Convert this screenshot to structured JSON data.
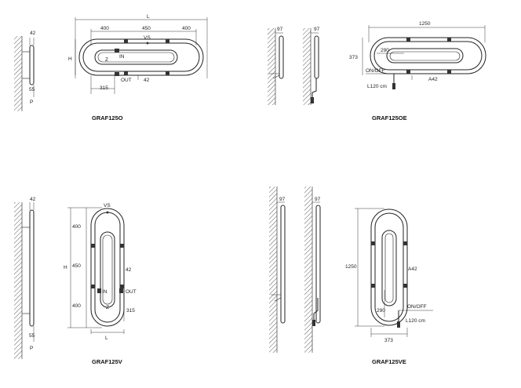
{
  "models": [
    {
      "caption": "GRAF125O",
      "side": {
        "top": "42",
        "bottom": "55",
        "p": "P"
      },
      "dims": {
        "total": "L",
        "left": "400",
        "center": "450",
        "right": "400",
        "height": "H",
        "lower": "315",
        "pipe": "42"
      },
      "labels": {
        "vs": "VS",
        "in": "IN",
        "z": "Z",
        "out": "OUT"
      }
    },
    {
      "caption": "GRAF125OE",
      "side": {
        "a": "97",
        "b": "97"
      },
      "dims": {
        "total": "1250",
        "height": "373",
        "cable": "290",
        "pipe": "A42"
      },
      "labels": {
        "switch": "ON/OFF",
        "cable_len": "L120 cm"
      }
    },
    {
      "caption": "GRAF125V",
      "side": {
        "top": "42",
        "bottom": "55",
        "p": "P"
      },
      "dims": {
        "top": "400",
        "mid": "450",
        "bottom": "400",
        "height": "H",
        "width": "L",
        "pipe": "42",
        "lower": "315"
      },
      "labels": {
        "vs": "VS",
        "in": "IN",
        "z": "Z",
        "out": "OUT"
      }
    },
    {
      "caption": "GRAF125VE",
      "side": {
        "a": "97",
        "b": "97"
      },
      "dims": {
        "total": "1250",
        "width": "373",
        "cable": "290",
        "pipe": "A42"
      },
      "labels": {
        "switch": "ON/OFF",
        "cable_len": "L120 cm"
      }
    }
  ]
}
